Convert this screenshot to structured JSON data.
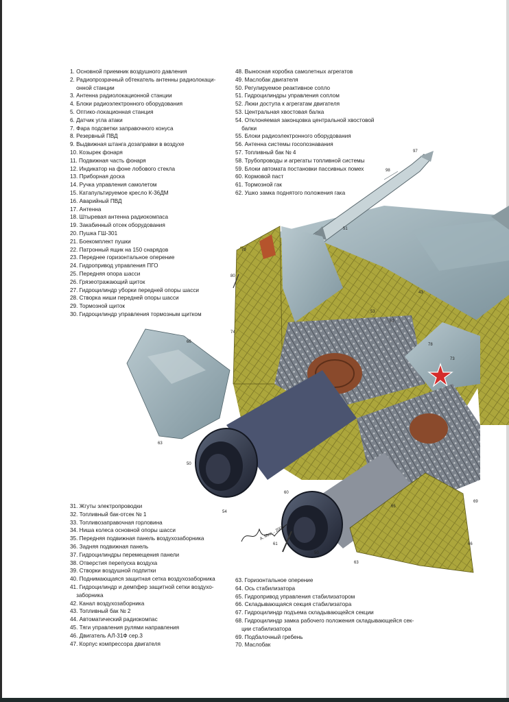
{
  "legend_top_left": [
    "1. Основной приемник воздушного давления",
    "2. Радиопрозрачный обтекатель антенны радиолокаци-\n    онной станции",
    "3. Антенна радиолокационной станции",
    "4. Блоки радиоэлектронного оборудования",
    "5. Оптико-локационная станция",
    "6. Датчик угла атаки",
    "7. Фара подсветки заправочного конуса",
    "8. Резервный ПВД",
    "9. Выдвижная штанга дозаправки в воздухе",
    "10. Козырек фонаря",
    "11. Подвижная часть фонаря",
    "12. Индикатор на фоне лобового стекла",
    "13. Приборная доска",
    "14. Ручка управления самолетом",
    "15. Катапультируемое кресло К-36ДМ",
    "16. Аварийный ПВД",
    "17. Антенна",
    "18. Штыревая антенна радиокомпаса",
    "19. Закабинный отсек оборудования",
    "20. Пушка ГШ-301",
    "21. Боекомплект пушки",
    "22. Патронный ящик на 150 снарядов",
    "23. Переднее горизонтальное оперение",
    "24. Гидропривод управления ПГО",
    "25. Передняя опора шасси",
    "26. Грязеотражающий щиток",
    "27. Гидроцилиндр уборки передней опоры шасси",
    "28. Створка ниши передней опоры шасси",
    "29. Тормозной щиток",
    "30. Гидроцилиндр управления тормозным щитком"
  ],
  "legend_top_right": [
    "48. Выносная коробка самолетных агрегатов",
    "49. Маслобак двигателя",
    "50. Регулируемое реактивное сопло",
    "51. Гидроцилиндры управления соплом",
    "52. Люки доступа к агрегатам двигателя",
    "53. Центральная хвостовая балка",
    "54. Отклоняемая законцовка центральной хвостовой\n    балки",
    "55. Блоки радиоэлектронного оборудования",
    "56. Антенна системы госопознавания",
    "57. Топливный бак № 4",
    "58. Трубопроводы и агрегаты топливной системы",
    "59. Блоки автомата постановки пассивных помех",
    "60. Кормовой паст",
    "61. Тормозной гак",
    "62. Ушко замка поднятого положения гака"
  ],
  "legend_bottom_left": [
    "31. Жгуты электропроводки",
    "32. Топливный бак-отсек № 1",
    "33. Топливозаправочная горловина",
    "34. Ниша колеса основной опоры шасси",
    "35. Передняя подвижная панель воздухозаборника",
    "36. Задняя подвижная панель",
    "37. Гидроцилиндры перемещения панели",
    "38. Отверстия перепуска воздуха",
    "39. Створки воздушной подпитки",
    "40. Поднимающаяся защитная сетка воздухозаборника",
    "41. Гидроцилиндр и демпфер защитной сетки воздухо-\n    заборника",
    "42. Канал воздухозаборника",
    "43. Топливный бак № 2",
    "44. Автоматический радиокомпас",
    "45. Тяги управления рулями направления",
    "46. Двигатель АЛ-31Ф сер.3",
    "47. Корпус компрессора двигателя"
  ],
  "legend_bottom_right": [
    "63. Горизонтальное оперение",
    "64. Ось стабилизатора",
    "65. Гидропривод управления стабилизатором",
    "66. Складывающаяся секция стабилизатора",
    "67. Гидроцилиндр подъема складывающейся секции",
    "68. Гидроцилиндр замка рабочего положения складывающейся сек-\n    ции стабилизатора",
    "69. Подбалочный гребень",
    "70. Маслобак"
  ],
  "callouts": [
    "97",
    "98",
    "79",
    "80",
    "74",
    "66",
    "78",
    "73",
    "52",
    "53",
    "43",
    "51",
    "50",
    "63",
    "54",
    "60",
    "61",
    "65",
    "69",
    "66",
    "63",
    "50"
  ],
  "signature": "А. Мил... 2001",
  "colors": {
    "airframe_olive": "#a8a23a",
    "skin_blue_gray": "#8fa3ab",
    "nozzle_dark": "#2c3140",
    "engine_copper": "#8a4a2c",
    "star_red": "#d42a2a"
  }
}
